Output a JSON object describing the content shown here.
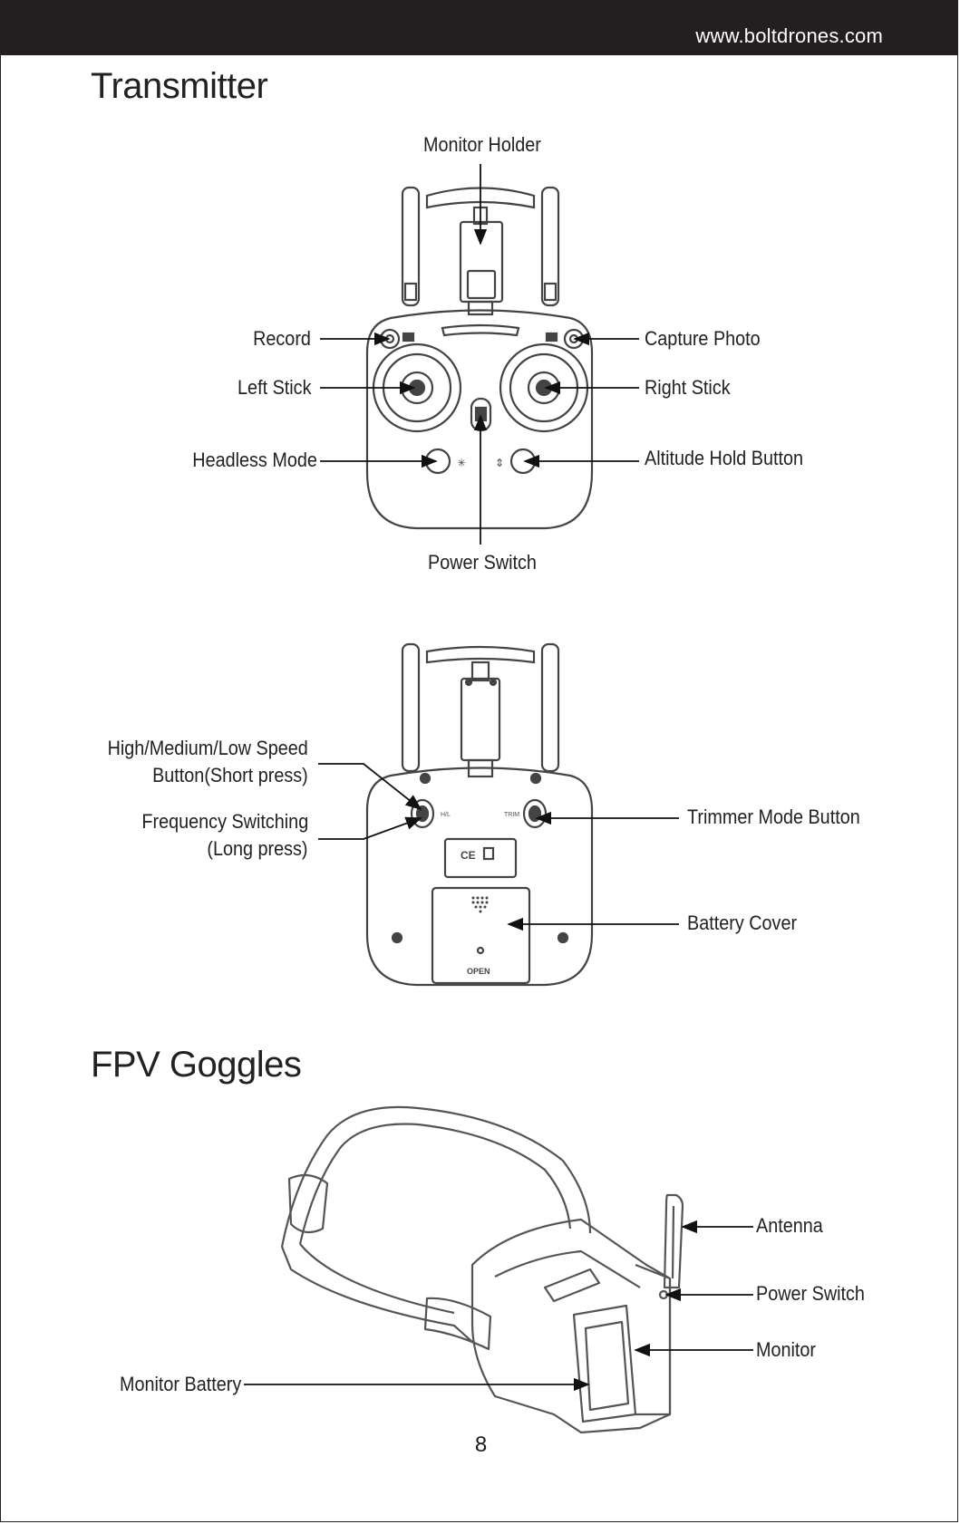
{
  "header": {
    "url": "www.boltdrones.com"
  },
  "sections": {
    "transmitter": "Transmitter",
    "goggles": "FPV Goggles"
  },
  "front_labels": {
    "monitor_holder": "Monitor Holder",
    "record": "Record",
    "capture_photo": "Capture Photo",
    "left_stick": "Left Stick",
    "right_stick": "Right Stick",
    "headless_mode": "Headless Mode",
    "altitude_hold": "Altitude Hold Button",
    "power_switch": "Power Switch"
  },
  "back_labels": {
    "speed_line1": "High/Medium/Low Speed",
    "speed_line2": "Button(Short press)",
    "freq_line1": "Frequency Switching",
    "freq_line2": "(Long press)",
    "trimmer": "Trimmer Mode Button",
    "battery_cover": "Battery Cover",
    "hl_marking": "H/L",
    "trim_marking": "TRIM",
    "open_marking": "OPEN"
  },
  "goggle_labels": {
    "antenna": "Antenna",
    "power_switch": "Power Switch",
    "monitor": "Monitor",
    "monitor_battery": "Monitor Battery"
  },
  "footer": {
    "page_number": "8"
  }
}
